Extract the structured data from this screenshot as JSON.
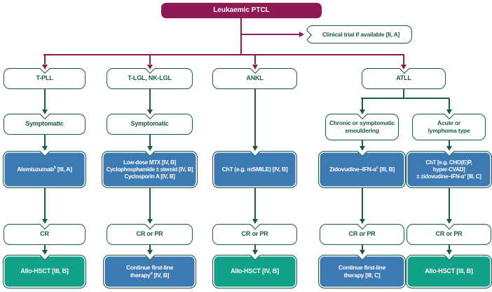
{
  "colors": {
    "maroon": "#8e1a53",
    "green": "#1b5c41",
    "blue": "#3d7ab3",
    "teal": "#12a189"
  },
  "root_label": "Leukaemic PTCL",
  "clinical_trial_label": "Clinical trial if available [II, A]",
  "tpll": {
    "header": "T-PLL",
    "condition": "Symptomatic",
    "treatment_pre": "Alemtuzumab",
    "treatment_sup": "b",
    "treatment_post": " [III, A]",
    "response": "CR",
    "outcome": "Allo-HSCT [III, B]"
  },
  "tlgl": {
    "header": "T-LGL, NK-LGL",
    "condition": "Symptomatic",
    "treatment_lines": [
      "Low-dose MTX [IV, B]",
      "Cyclophosphamide ± steroid [IV, B]",
      "Cyclosporin A [IV, B]"
    ],
    "response": "CR or PR",
    "outcome_line1": "Continue first-line",
    "outcome_pre": "therapy",
    "outcome_sup": "d",
    "outcome_post": " [IV, B]"
  },
  "ankl": {
    "header": "ANKL",
    "treatment": "ChT (e.g. mSMILE) [IV, B]",
    "response": "CR or PR",
    "outcome": "Allo-HSCT [IV, B]"
  },
  "atll": {
    "header": "ATLL",
    "chronic": {
      "condition_line1": "Chronic or symptomatic",
      "condition_line2": "smouldering",
      "treatment_pre": "Zidovudine–IFN-α",
      "treatment_sup": "c",
      "treatment_post": " [III, B]",
      "response": "CR or PR",
      "outcome_line1": "Continue first-line",
      "outcome_line2": "therapy [III, C]"
    },
    "acute": {
      "condition_line1": "Acute or",
      "condition_line2": "lymphoma type",
      "treatment_line1": "ChT [e.g. CHO(E)P,",
      "treatment_line2": "hyper-CVAD]",
      "treatment_line3_pre": "± zidovudine–IFN-α",
      "treatment_line3_sup": "c",
      "treatment_line3_post": " [III, C]",
      "response": "CR or PR",
      "outcome": "Allo-HSCT [III, B]"
    }
  }
}
